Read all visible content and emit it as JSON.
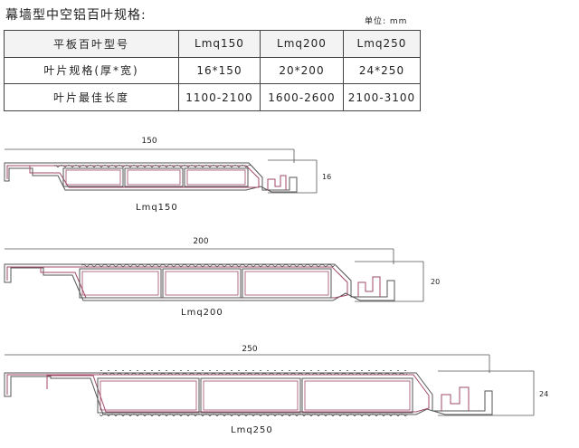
{
  "title": "幕墙型中空铝百叶规格:",
  "unit": "单位: mm",
  "table": {
    "header": [
      "平板百叶型号",
      "Lmq150",
      "Lmq200",
      "Lmq250"
    ],
    "rows": [
      [
        "叶片规格(厚*宽)",
        "16*150",
        "20*200",
        "24*250"
      ],
      [
        "叶片最佳长度",
        "1100-2100",
        "1600-2600",
        "2100-3100"
      ]
    ]
  },
  "profiles": [
    {
      "model": "Lmq150",
      "width": "150",
      "thickness": "16"
    },
    {
      "model": "Lmq200",
      "width": "200",
      "thickness": "20"
    },
    {
      "model": "Lmq250",
      "width": "250",
      "thickness": "24"
    }
  ],
  "colors": {
    "table_border": "#444444",
    "outline_outer": "#555555",
    "outline_inner": "#a04a6a"
  }
}
